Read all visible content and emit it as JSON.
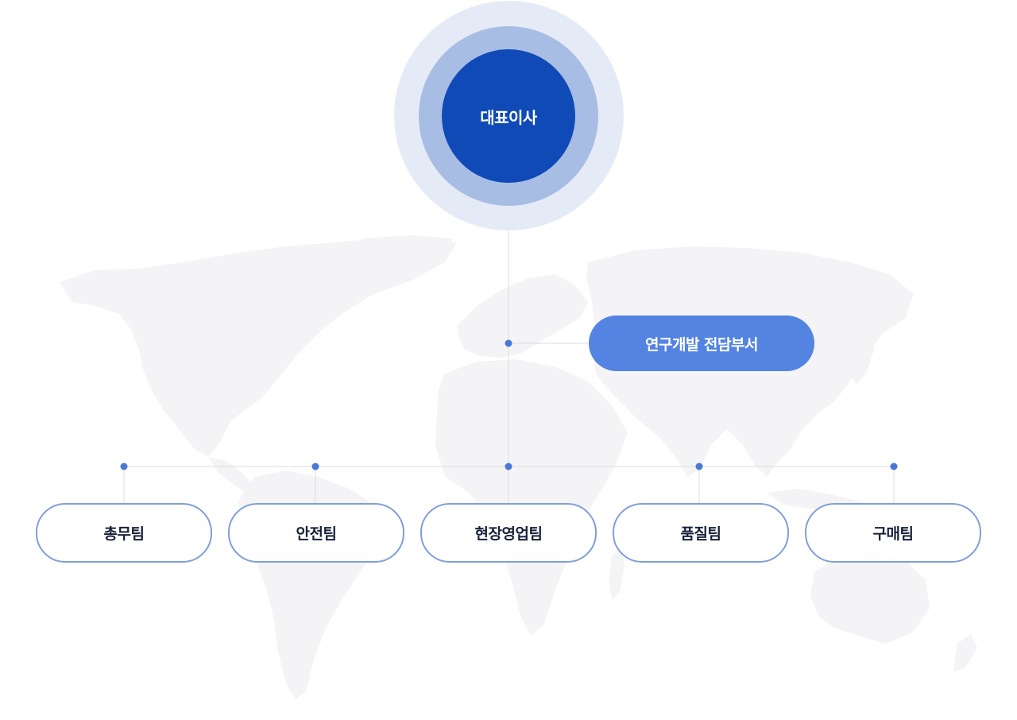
{
  "ceo": {
    "label": "대표이사"
  },
  "rnd": {
    "label": "연구개발 전담부서"
  },
  "teams": [
    {
      "label": "총무팀"
    },
    {
      "label": "안전팀"
    },
    {
      "label": "현장영업팀"
    },
    {
      "label": "품질팀"
    },
    {
      "label": "구매팀"
    }
  ],
  "colors": {
    "ceo_core": "#0f4ab7",
    "ceo_ring_mid": "#a8bde4",
    "ceo_ring_outer": "#e5ebf6",
    "rnd_fill": "#5484e1",
    "team_border": "#7f9fd8",
    "connector_dot": "#4a78d9",
    "connector_line": "#dcdcdc",
    "map_fill": "#f4f4f6"
  }
}
